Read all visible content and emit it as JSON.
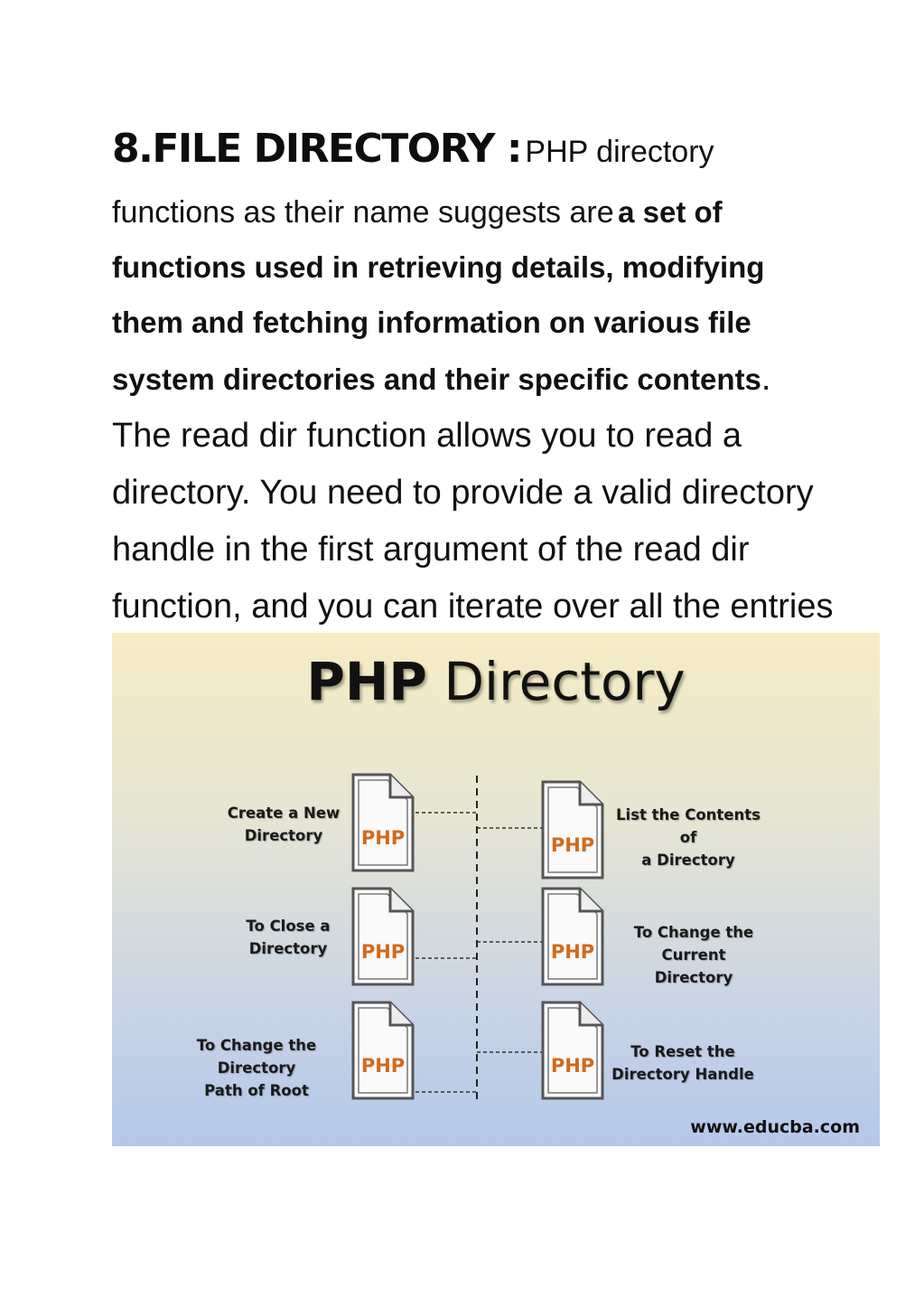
{
  "heading": "8.FILE DIRECTORY :",
  "intro_start": "PHP directory functions as their name suggests are",
  "intro_bold": "a set of functions used in retrieving details, modifying them and fetching information on various file system directories and their specific contents",
  "intro_end": ". The read dir function allows you to read a directory. You need to provide a valid directory handle in the first argument of the read dir function, and you can iterate over all the entries and get a list of all files in a directory.",
  "figure": {
    "title_bold": "PHP",
    "title_rest": "Directory",
    "icon_label": "PHP",
    "left_items": [
      {
        "line1": "Create a New",
        "line2": "Directory"
      },
      {
        "line1": "To Close a",
        "line2": "Directory"
      },
      {
        "line1": "To Change the Directory",
        "line2": "Path of Root"
      }
    ],
    "right_items": [
      {
        "line1": "List the Contents of",
        "line2": "a Directory"
      },
      {
        "line1": "To Change the Current",
        "line2": "Directory"
      },
      {
        "line1": "To Reset the",
        "line2": "Directory Handle"
      }
    ],
    "watermark": "www.educba.com",
    "colors": {
      "php_text": "#d36a1c",
      "doc_stroke": "#555555"
    }
  }
}
